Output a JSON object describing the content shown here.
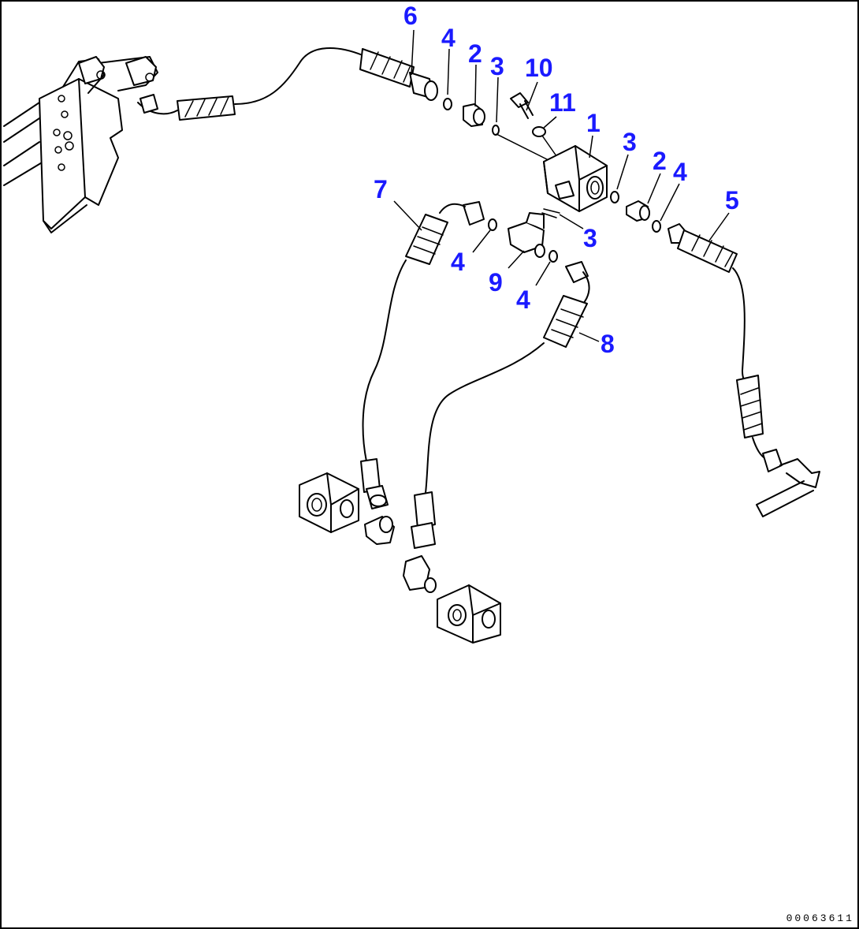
{
  "diagram": {
    "drawing_number": "00063611",
    "callouts": [
      {
        "id": "c6",
        "text": "6"
      },
      {
        "id": "c4a",
        "text": "4"
      },
      {
        "id": "c2a",
        "text": "2"
      },
      {
        "id": "c3a",
        "text": "3"
      },
      {
        "id": "c10",
        "text": "10"
      },
      {
        "id": "c11",
        "text": "11"
      },
      {
        "id": "c1",
        "text": "1"
      },
      {
        "id": "c3b",
        "text": "3"
      },
      {
        "id": "c2b",
        "text": "2"
      },
      {
        "id": "c4b",
        "text": "4"
      },
      {
        "id": "c5",
        "text": "5"
      },
      {
        "id": "c7",
        "text": "7"
      },
      {
        "id": "c3c",
        "text": "3"
      },
      {
        "id": "c4c",
        "text": "4"
      },
      {
        "id": "c9",
        "text": "9"
      },
      {
        "id": "c4d",
        "text": "4"
      },
      {
        "id": "c8",
        "text": "8"
      }
    ],
    "colors": {
      "callout": "#1a1aff",
      "line": "#000000",
      "background": "#ffffff"
    }
  }
}
